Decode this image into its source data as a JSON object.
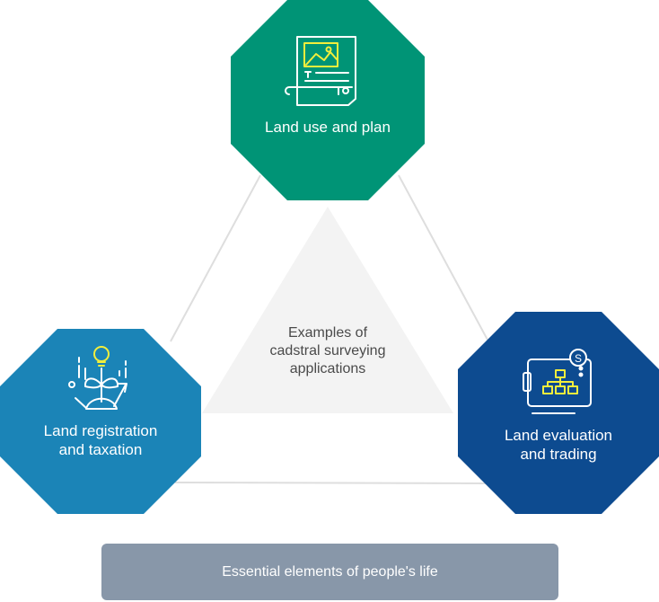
{
  "center": {
    "line1": "Examples of",
    "line2": "cadstral surveying",
    "line3": "applications"
  },
  "nodes": {
    "top": {
      "label": "Land use and plan",
      "color": "#009476",
      "icon": "document-map-icon"
    },
    "left": {
      "line1": "Land registration",
      "line2": "and taxation",
      "color": "#1b84b7",
      "icon": "growth-lightbulb-icon"
    },
    "right": {
      "line1": "Land evaluation",
      "line2": "and trading",
      "color": "#0d4b90",
      "icon": "valuation-chart-icon"
    }
  },
  "footer": {
    "label": "Essential elements of people's life",
    "color": "#8897a9"
  },
  "colors": {
    "accent": "#f2ee3c",
    "connector": "#dedede",
    "center_fill": "#f3f3f3"
  }
}
